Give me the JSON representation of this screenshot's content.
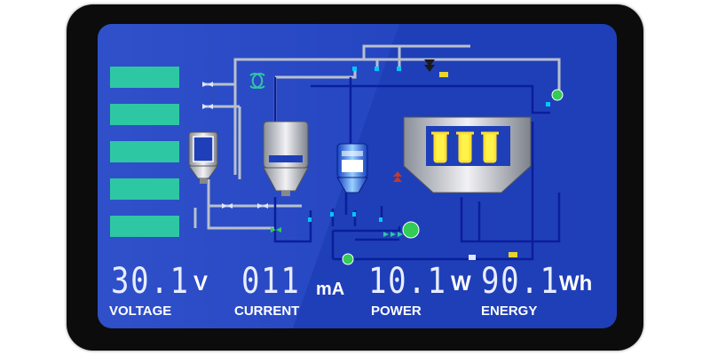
{
  "meter": {
    "bars": [
      "b1",
      "b2",
      "b3",
      "b4",
      "b5"
    ],
    "voltage": {
      "value": "30.1",
      "unit": "V",
      "label": "VOLTAGE"
    },
    "current": {
      "value": "011",
      "unit": "mA",
      "label": "CURRENT"
    },
    "power": {
      "value": "10.1",
      "unit": "W",
      "label": "POWER"
    },
    "energy": {
      "value": "90.1",
      "unit": "Wh",
      "label": "ENERGY"
    }
  },
  "colors": {
    "bezel": "#0c0c0c",
    "screen": "#1f3fb8",
    "level_bar": "#2ec7a3",
    "pipe_grey": "#b8c0cc",
    "pipe_blue": "#0a1f9a",
    "valve_green": "#33cc55"
  },
  "icons": [
    "recycle-icon",
    "valve-icon",
    "pump-icon",
    "arrow-flow-icon",
    "sensor-icon"
  ]
}
